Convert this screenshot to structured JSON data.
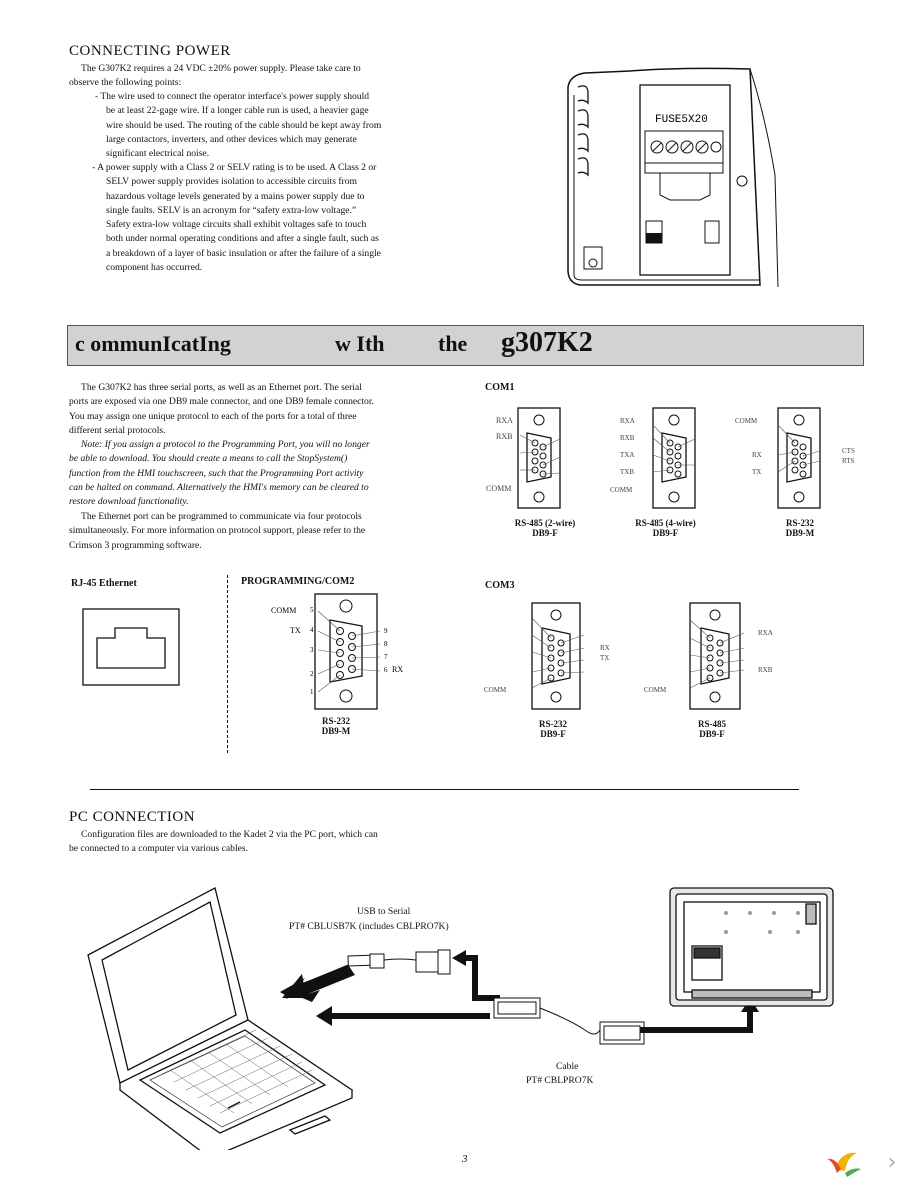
{
  "power": {
    "heading": "CONNECTING POWER",
    "intro": [
      "The G307K2 requires a 24 VDC ±20% power supply. Please take care to",
      "observe the following points:"
    ],
    "bullet1": [
      "- The wire used to connect the operator interface's power supply should",
      "be at least 22-gage wire. If a longer cable run is used, a heavier gage",
      "wire should be used. The routing of the cable should be kept away from",
      "large contactors, inverters, and other devices which may generate",
      "significant electrical noise."
    ],
    "bullet2": [
      "- A power supply with a Class 2 or SELV rating is to be used. A Class 2 or",
      "SELV power supply provides isolation to accessible circuits from",
      "hazardous voltage levels generated by a mains power supply due to",
      "single faults. SELV is an acronym for “safety extra-low voltage.”",
      "Safety extra-low voltage circuits shall exhibit voltages safe to touch",
      "both under normal operating conditions and after a single fault, such as",
      "a breakdown of a layer of basic insulation or after the failure of a single",
      "component has occurred."
    ],
    "fuse_label": "FUSE5X20"
  },
  "banner": {
    "w1": "c ommunIcatIng",
    "w2": "w Ith",
    "w3": "the",
    "w4": "g307K2"
  },
  "comm": {
    "para1": [
      "The G307K2 has three serial ports, as well as an Ethernet port. The serial",
      "ports are exposed via one DB9 male connector, and one DB9 female connector.",
      "You may assign one unique protocol to each of the ports for a total of three",
      "different serial protocols."
    ],
    "note": [
      "Note: If you assign a protocol to the Programming Port, you will no longer",
      "be able to download. You should create a means to call the StopSystem()",
      "function from the HMI touchscreen, such that the Programming Port activity",
      "can be halted on command. Alternatively the HMI's memory can be cleared to",
      "restore download functionality."
    ],
    "para2": [
      "The Ethernet port can be programmed to communicate via four protocols",
      "simultaneously. For more information on protocol support, please refer to the",
      "Crimson 3 programming software."
    ]
  },
  "com1": {
    "label": "COM1",
    "c1": {
      "cap1": "RS-485 (2-wire)",
      "cap2": "DB9-F",
      "pins": [
        "RXA",
        "RXB",
        "COMM"
      ]
    },
    "c2": {
      "cap1": "RS-485 (4-wire)",
      "cap2": "DB9-F",
      "pins": [
        "RXA",
        "RXB",
        "TXA",
        "TXB",
        "COMM"
      ]
    },
    "c3": {
      "cap1": "RS-232",
      "cap2": "DB9-M",
      "pins": [
        "COMM",
        "RX",
        "TX",
        "CTS",
        "RTS"
      ]
    }
  },
  "ethernet": {
    "label": "RJ-45 Ethernet"
  },
  "prog": {
    "label": "PROGRAMMING/COM2",
    "pins": [
      "COMM",
      "TX",
      "RX"
    ],
    "cap1": "RS-232",
    "cap2": "DB9-M"
  },
  "com3": {
    "label": "COM3",
    "c1": {
      "cap1": "RS-232",
      "cap2": "DB9-F",
      "pins": [
        "RX",
        "TX",
        "COMM"
      ]
    },
    "c2": {
      "cap1": "RS-485",
      "cap2": "DB9-F",
      "pins": [
        "RXA",
        "RXB",
        "COMM"
      ]
    }
  },
  "pc": {
    "heading": "PC CONNECTION",
    "text": [
      "Configuration files are downloaded to the Kadet 2 via the PC port, which can",
      "be connected to a computer via various cables."
    ],
    "usb_label1": "USB to Serial",
    "usb_label2": "PT# CBLUSB7K (includes CBLPRO7K)",
    "cable_label1": "Cable",
    "cable_label2": "PT# CBLPRO7K"
  },
  "page_number": "3"
}
